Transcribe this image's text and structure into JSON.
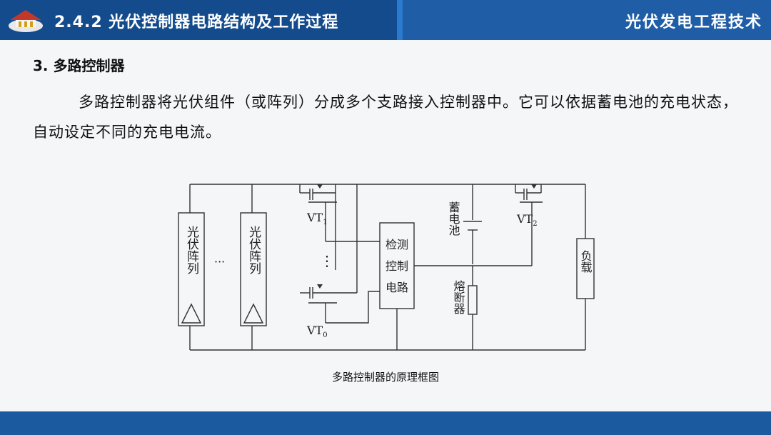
{
  "header": {
    "section_title": "2.4.2 光伏控制器电路结构及工作过程",
    "course_title": "光伏发电工程技术",
    "colors": {
      "primary": "#1f5ea6",
      "dark": "#144b8c",
      "accent": "#2a7ad0"
    }
  },
  "content": {
    "heading": "3. 多路控制器",
    "paragraph": "多路控制器将光伏组件（或阵列）分成多个支路接入控制器中。它可以依据蓄电池的充电状态，自动设定不同的充电电流。"
  },
  "diagram": {
    "pv_array_1": "光伏阵列",
    "pv_array_2": "光伏阵列",
    "ellipsis_h": "···",
    "ellipsis_v": "⋮",
    "vt1_label": "VT",
    "vt1_sub": "1",
    "vtn_label": "VT",
    "vtn_sub": "0",
    "vt2_label": "VT",
    "vt2_sub": "2",
    "controller": [
      "检测",
      "控制",
      "电路"
    ],
    "battery": "蓄电池",
    "fuse": "熔断器",
    "load": "负载",
    "caption": "多路控制器的原理框图"
  },
  "footer": {
    "color": "#1c5aa0"
  }
}
